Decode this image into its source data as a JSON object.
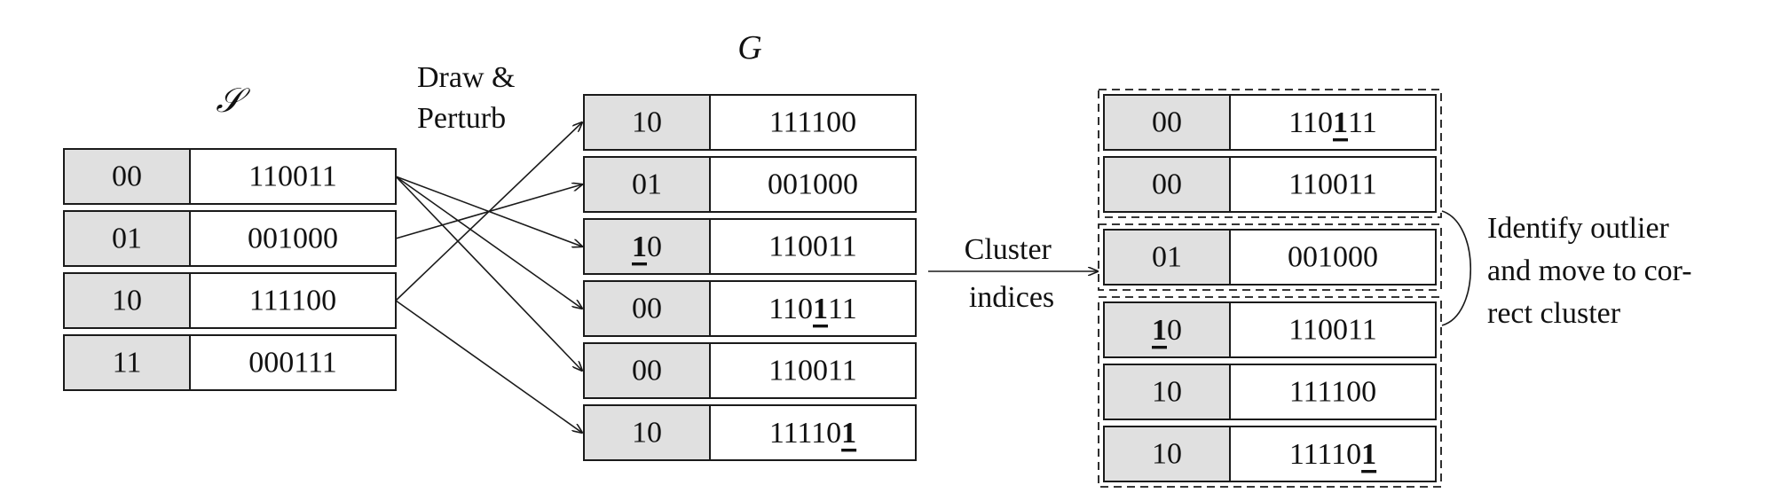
{
  "S": {
    "title": "𝒮",
    "rows": [
      {
        "key": "00",
        "value": "110011"
      },
      {
        "key": "01",
        "value": "001000"
      },
      {
        "key": "10",
        "value": "111100"
      },
      {
        "key": "11",
        "value": "000111"
      }
    ]
  },
  "draw_label": [
    "Draw &",
    "Perturb"
  ],
  "G": {
    "title": "G",
    "rows": [
      {
        "key": "10",
        "value": "111100",
        "key_mark": -1,
        "value_mark": -1
      },
      {
        "key": "01",
        "value": "001000",
        "key_mark": -1,
        "value_mark": -1
      },
      {
        "key": "10",
        "value": "110011",
        "key_mark": 0,
        "value_mark": -1
      },
      {
        "key": "00",
        "value": "110111",
        "key_mark": -1,
        "value_mark": 3
      },
      {
        "key": "00",
        "value": "110011",
        "key_mark": -1,
        "value_mark": -1
      },
      {
        "key": "10",
        "value": "111101",
        "key_mark": -1,
        "value_mark": 5
      }
    ]
  },
  "edges": [
    {
      "from": 0,
      "to": 2
    },
    {
      "from": 0,
      "to": 3
    },
    {
      "from": 0,
      "to": 4
    },
    {
      "from": 1,
      "to": 1
    },
    {
      "from": 2,
      "to": 0
    },
    {
      "from": 2,
      "to": 5
    }
  ],
  "cluster_label": [
    "Cluster",
    "indices"
  ],
  "clusters": [
    {
      "rows": [
        {
          "key": "00",
          "value": "110111",
          "key_mark": -1,
          "value_mark": 3
        },
        {
          "key": "00",
          "value": "110011",
          "key_mark": -1,
          "value_mark": -1
        }
      ]
    },
    {
      "rows": [
        {
          "key": "01",
          "value": "001000",
          "key_mark": -1,
          "value_mark": -1
        }
      ]
    },
    {
      "rows": [
        {
          "key": "10",
          "value": "110011",
          "key_mark": 0,
          "value_mark": -1
        },
        {
          "key": "10",
          "value": "111100",
          "key_mark": -1,
          "value_mark": -1
        },
        {
          "key": "10",
          "value": "111101",
          "key_mark": -1,
          "value_mark": 5
        }
      ]
    }
  ],
  "outlier_label": [
    "Identify outlier",
    "and move to cor-",
    "rect cluster"
  ]
}
